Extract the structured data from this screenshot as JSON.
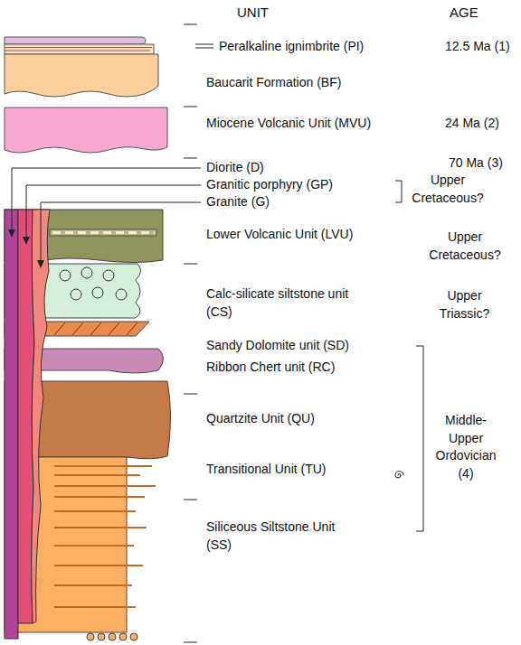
{
  "diagram": {
    "labels": [
      "UNIT",
      "AGE",
      "Peralkaline ignimbrite (PI)",
      "12.5 Ma (1)",
      "Baucarit Formation (BF)",
      "Miocene Volcanic Unit (MVU)",
      "24 Ma (2)",
      "Diorite (D)",
      "70 Ma (3)",
      "Granitic porphyry (GP)",
      "Upper Cretaceous?",
      "Granite (G)",
      "Lower Volcanic Unit (LVU)",
      "Upper Cretaceous?",
      "Calc-silicate siltstone unit (CS)",
      "Upper Triassic?",
      "Sandy Dolomite unit (SD)",
      "Ribbon Chert unit (RC)",
      "Quartzite Unit (QU)",
      "Middle-Upper Ordovician (4)",
      "Transitional Unit (TU)",
      "Siliceous Siltstone Unit (SS)"
    ]
  }
}
